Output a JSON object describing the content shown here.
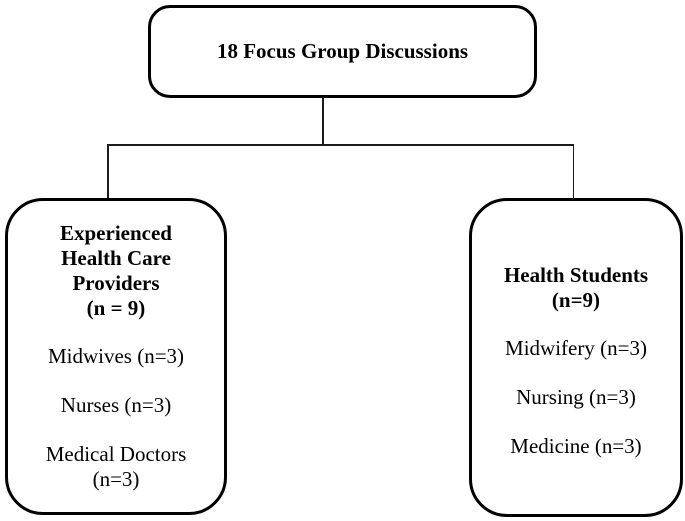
{
  "diagram": {
    "root": {
      "label": "18 Focus Group Discussions"
    },
    "branches": [
      {
        "title": "Experienced\nHealth Care\nProviders\n(n = 9)",
        "items": [
          "Midwives (n=3)",
          "Nurses (n=3)",
          "Medical Doctors\n(n=3)"
        ]
      },
      {
        "title": "Health Students\n(n=9)",
        "items": [
          "Midwifery (n=3)",
          "Nursing (n=3)",
          "Medicine (n=3)"
        ]
      }
    ],
    "colors": {
      "border": "#000000",
      "background": "#ffffff",
      "text": "#000000",
      "connector": "#1c1c1c"
    }
  }
}
